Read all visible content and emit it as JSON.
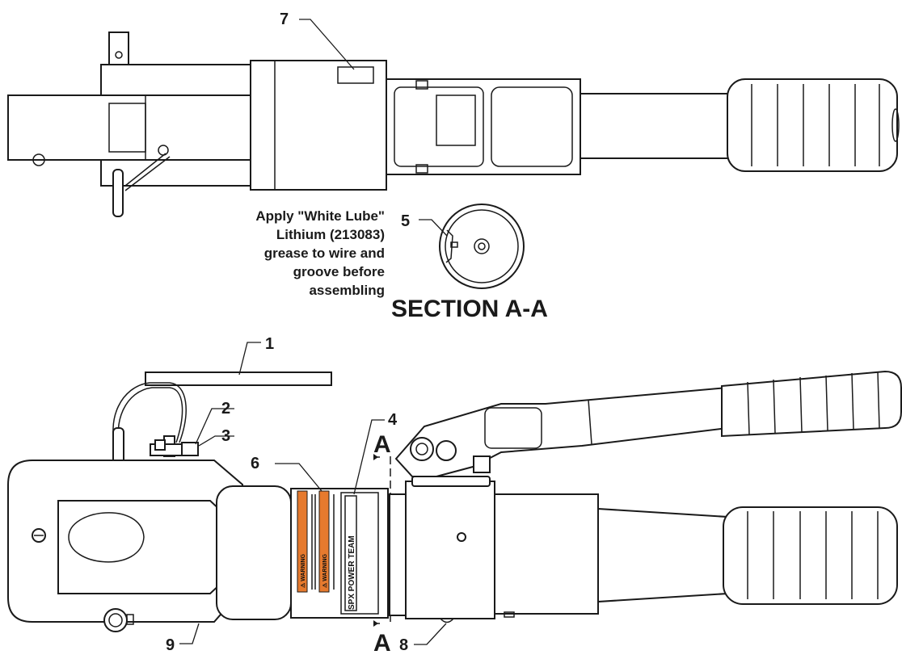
{
  "callouts": {
    "c1": "1",
    "c2": "2",
    "c3": "3",
    "c4": "4",
    "c5": "5",
    "c6": "6",
    "c7": "7",
    "c8": "8",
    "c9": "9"
  },
  "section": {
    "letter": "A",
    "title": "SECTION A-A"
  },
  "note": {
    "lines": [
      "Apply \"White Lube\"",
      "Lithium (213083)",
      "grease to wire and",
      "groove before",
      "assembling"
    ]
  },
  "decal": {
    "warning_1": "⚠ WARNING",
    "warning_2": "⚠ WARNING",
    "brand": "SPX  POWER TEAM"
  },
  "colors": {
    "line": "#1a1a1a",
    "warning_orange": "#e67a2e"
  }
}
